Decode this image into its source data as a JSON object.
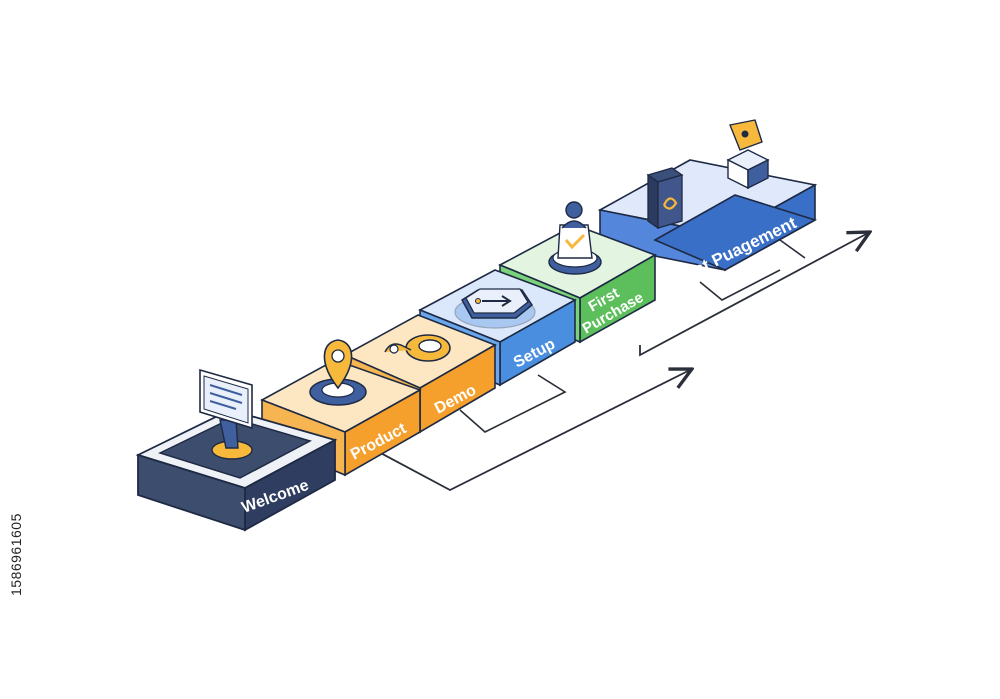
{
  "steps": [
    {
      "label": "Welcome",
      "icon": "monitor-sign-icon",
      "color": "#3d4d6e"
    },
    {
      "label": "Product",
      "icon": "location-pin-icon",
      "color": "#f5a02c"
    },
    {
      "label": "Demo",
      "icon": "ring-key-icon",
      "color": "#f5a02c"
    },
    {
      "label": "Setup",
      "icon": "arrow-tag-icon",
      "color": "#4a8fdf"
    },
    {
      "label": "First Purchase",
      "label_lines": [
        "First",
        "Purchase"
      ],
      "icon": "user-checkmark-icon",
      "color": "#5cbf5c"
    },
    {
      "label": "First Puagement",
      "icon": "box-link-icon",
      "color": "#3a6fc8"
    }
  ],
  "watermark_id": "1586961605",
  "colors": {
    "outline": "#1e2a44",
    "arrow": "#2b2f3a",
    "accent_yellow": "#f6b93b",
    "icon_blue": "#3f5f9f"
  }
}
